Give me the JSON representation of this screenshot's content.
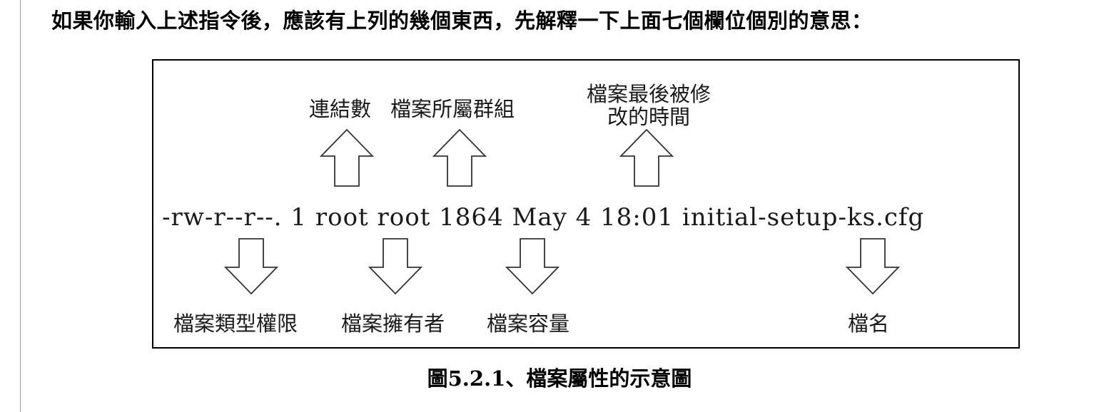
{
  "intro_text": "如果你輸入上述指令後，應該有上列的幾個東西，先解釋一下上面七個欄位個別的意思：",
  "figure": {
    "command_line": "-rw-r--r--.  1 root  root 1864 May   4 18:01 initial-setup-ks.cfg",
    "top_labels": {
      "link_count": "連結數",
      "group": "檔案所屬群組",
      "mtime_line1": "檔案最後被修",
      "mtime_line2": "改的時間"
    },
    "bottom_labels": {
      "type_permission": "檔案類型權限",
      "owner": "檔案擁有者",
      "size": "檔案容量",
      "filename": "檔名"
    }
  },
  "caption": "圖5.2.1、檔案屬性的示意圖"
}
